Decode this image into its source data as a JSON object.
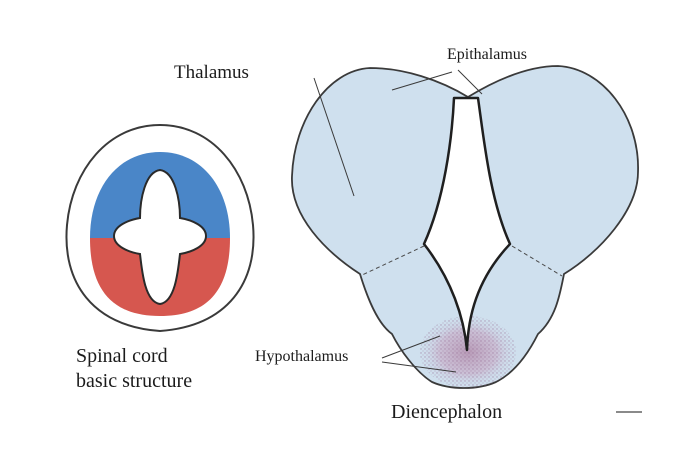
{
  "labels": {
    "thalamus": "Thalamus",
    "epithalamus": "Epithalamus",
    "hypothalamus": "Hypothalamus",
    "diencephalon": "Diencephalon",
    "spinal_cord_line1": "Spinal cord",
    "spinal_cord_line2": "basic structure"
  },
  "colors": {
    "diencephalon_fill": "#cfe0ee",
    "outline": "#3a3a3a",
    "dorsal_spinal": "#4a86c8",
    "ventral_spinal": "#d6574f",
    "hypothalamus_stipple": "#b892b0"
  }
}
